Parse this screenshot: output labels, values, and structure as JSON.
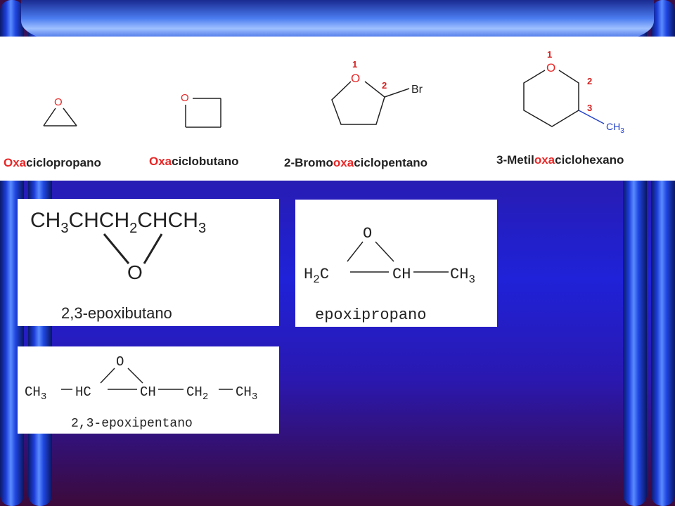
{
  "colors": {
    "oxygen": "#e82626",
    "locant": "#d42020",
    "methyl": "#2240c8",
    "ink": "#222222"
  },
  "compounds": [
    {
      "prefix": "",
      "highlight": "Oxa",
      "suffix": "ciclopropano",
      "atoms": {
        "o": "O"
      }
    },
    {
      "prefix": "",
      "highlight": "Oxa",
      "suffix": "ciclobutano",
      "atoms": {
        "o": "O"
      }
    },
    {
      "prefix": "2-Bromo",
      "highlight": "oxa",
      "suffix": "ciclopentano",
      "atoms": {
        "o": "O",
        "br": "Br",
        "n1": "1",
        "n2": "2"
      }
    },
    {
      "prefix": "3-Metil",
      "highlight": "oxa",
      "suffix": "ciclohexano",
      "atoms": {
        "o": "O",
        "n1": "1",
        "n2": "2",
        "n3": "3",
        "ch3": "CH",
        "ch3_sub": "3"
      }
    }
  ],
  "epoxides": [
    {
      "formula": [
        "CH",
        "3",
        "CHCH",
        "2",
        "CHCH",
        "3"
      ],
      "oxygen": "O",
      "name": "2,3-epoxibutano"
    },
    {
      "left": [
        "H",
        "2",
        "C"
      ],
      "middle": "CH",
      "right": [
        "CH",
        "3"
      ],
      "oxygen": "O",
      "name": "epoxipropano"
    },
    {
      "groups": [
        "CH",
        "3",
        "HC",
        "CH",
        "CH",
        "2",
        "CH",
        "3"
      ],
      "oxygen": "O",
      "name": "2,3-epoxipentano"
    }
  ]
}
